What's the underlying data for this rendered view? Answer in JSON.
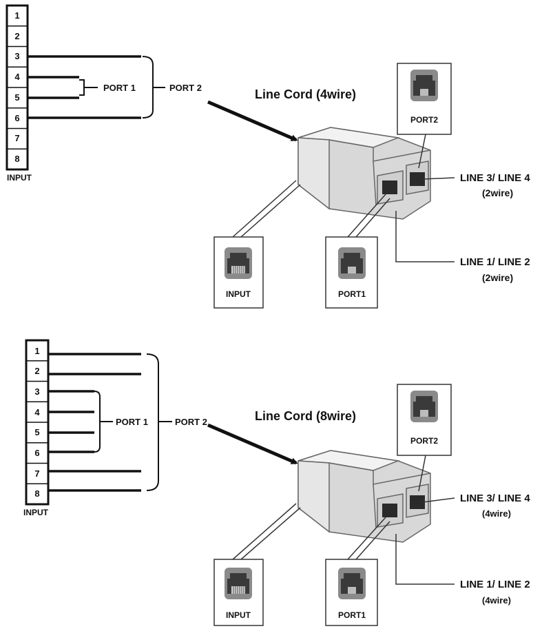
{
  "diagrams": [
    {
      "pins": [
        "1",
        "2",
        "3",
        "4",
        "5",
        "6",
        "7",
        "8"
      ],
      "block_label": "INPUT",
      "port1_label": "PORT 1",
      "port2_label": "PORT 2",
      "line_cord_label": "Line Cord (4wire)",
      "jacks": {
        "port2": "PORT2",
        "input": "INPUT",
        "port1": "PORT1"
      },
      "line34": {
        "title": "LINE 3/ LINE 4",
        "sub": "(2wire)"
      },
      "line12": {
        "title": "LINE 1/ LINE 2",
        "sub": "(2wire)"
      }
    },
    {
      "pins": [
        "1",
        "2",
        "3",
        "4",
        "5",
        "6",
        "7",
        "8"
      ],
      "block_label": "INPUT",
      "port1_label": "PORT 1",
      "port2_label": "PORT 2",
      "line_cord_label": "Line Cord (8wire)",
      "jacks": {
        "port2": "PORT2",
        "input": "INPUT",
        "port1": "PORT1"
      },
      "line34": {
        "title": "LINE 3/ LINE 4",
        "sub": "(4wire)"
      },
      "line12": {
        "title": "LINE 1/ LINE 2",
        "sub": "(4wire)"
      }
    }
  ]
}
